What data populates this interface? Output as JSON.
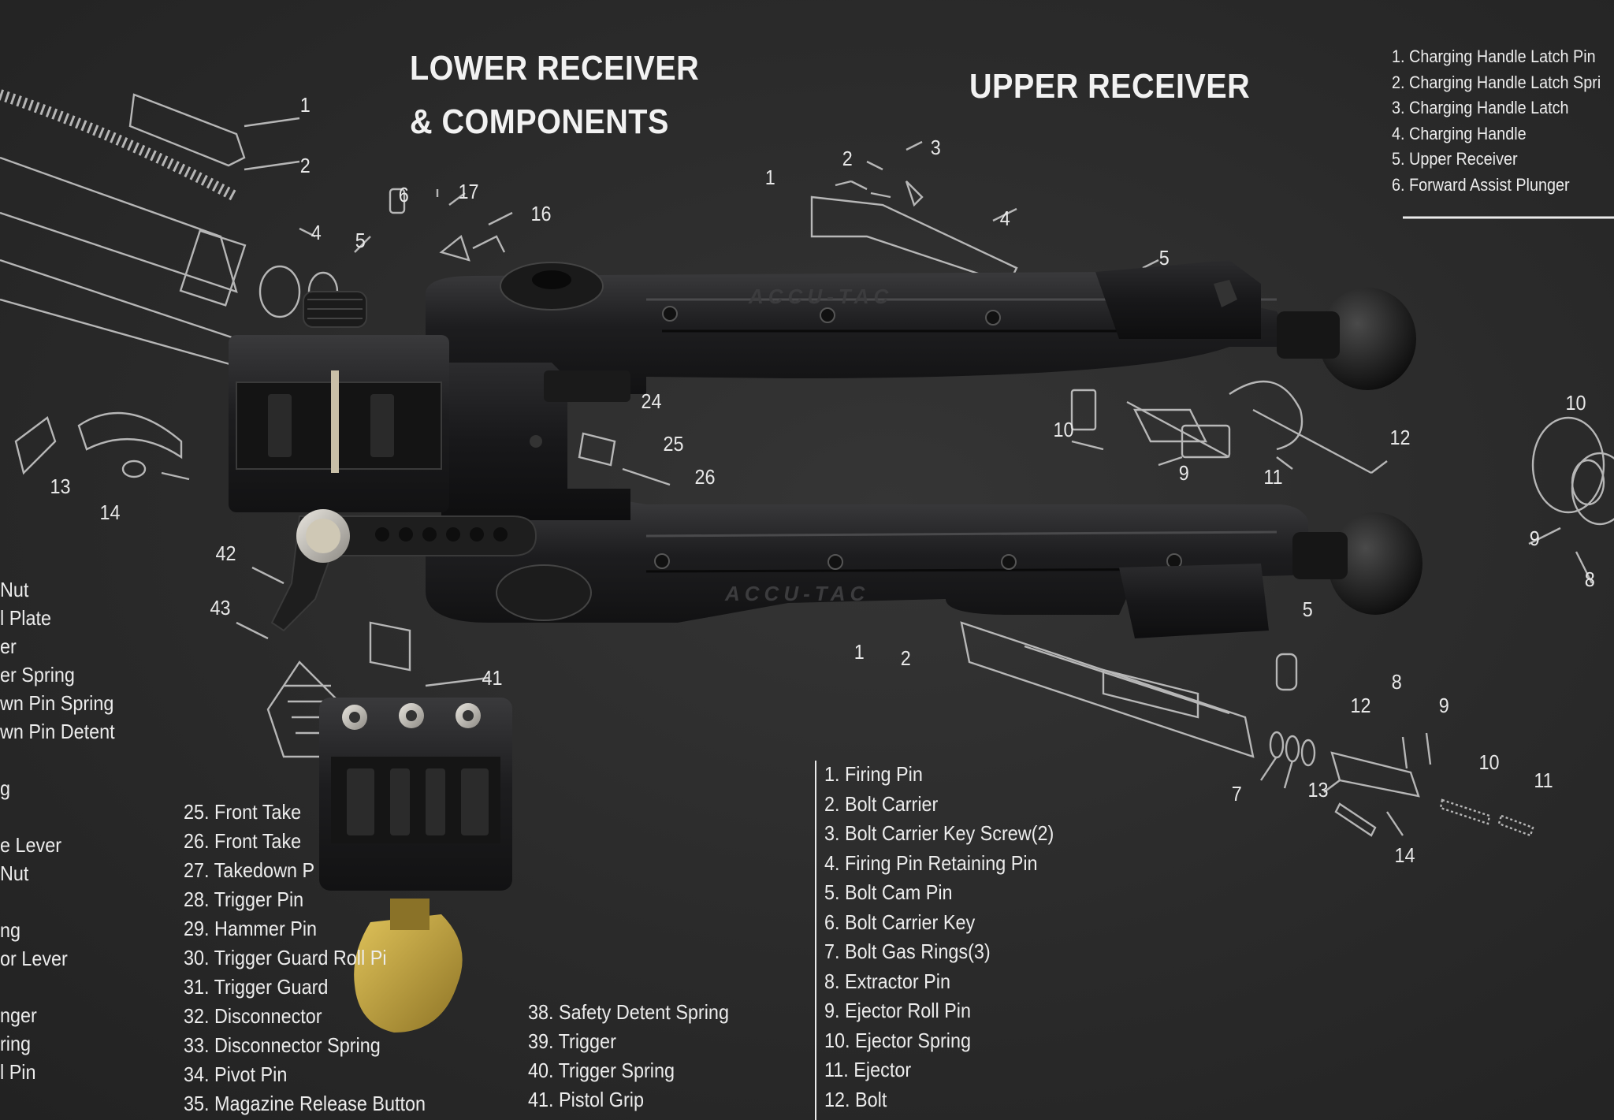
{
  "headings": {
    "lower_line1": "LOWER RECEIVER",
    "lower_line2": "& COMPONENTS",
    "upper": "UPPER RECEIVER"
  },
  "upper_receiver_parts": [
    "1. Charging Handle Latch Pin",
    "2. Charging Handle Latch Spri",
    "3. Charging Handle Latch",
    "4. Charging Handle",
    "5. Upper Receiver",
    "6. Forward Assist Plunger"
  ],
  "bolt_parts": [
    "1. Firing Pin",
    "2. Bolt Carrier",
    "3. Bolt Carrier Key Screw(2)",
    "4. Firing Pin Retaining Pin",
    "5. Bolt Cam Pin",
    "6. Bolt Carrier Key",
    "7. Bolt Gas Rings(3)",
    "8. Extractor Pin",
    "9. Ejector Roll Pin",
    "10. Ejector Spring",
    "11. Ejector",
    "12. Bolt"
  ],
  "lower_parts_a": [
    "25. Front Take",
    "26. Front Take",
    "27. Takedown P",
    "28. Trigger Pin",
    "29. Hammer Pin",
    "30. Trigger Guard Roll Pi",
    "31. Trigger Guard",
    "32. Disconnector",
    "33. Disconnector Spring",
    "34. Pivot Pin",
    "35. Magazine Release Button"
  ],
  "lower_parts_b": [
    "38. Safety Detent Spring",
    "39. Trigger",
    "40. Trigger Spring",
    "41. Pistol Grip"
  ],
  "left_edge_parts": [
    "Nut",
    "l Plate",
    "er",
    "er Spring",
    "wn Pin Spring",
    "wn Pin Detent",
    "",
    "g",
    "",
    "e Lever",
    "Nut",
    "",
    "ng",
    "or Lever",
    "",
    "nger",
    "ring",
    "l Pin"
  ],
  "callouts": {
    "c1": "1",
    "c2": "2",
    "c4": "4",
    "c5": "5",
    "c6": "6",
    "c17": "17",
    "c16": "16",
    "c13": "13",
    "c14": "14",
    "c42": "42",
    "c43": "43",
    "c41": "41",
    "c24": "24",
    "c25": "25",
    "c26": "26",
    "u1": "1",
    "u2": "2",
    "u3": "3",
    "u4": "4",
    "u5": "5",
    "u10": "10",
    "u9": "9",
    "u11": "11",
    "u12": "12",
    "b1": "1",
    "b2": "2",
    "b5": "5",
    "b7": "7",
    "b8": "8",
    "b9": "9",
    "b10": "10",
    "b11": "11",
    "b12": "12",
    "b13": "13",
    "b14": "14",
    "r10": "10",
    "r9": "9",
    "r8": "8"
  },
  "product_engraving": "ACCU-TAC",
  "colors": {
    "mat": "#2c2c2c",
    "line_art": "#d8d8d8",
    "metal": "#1c1c1e",
    "knob": "#b89a3a"
  }
}
